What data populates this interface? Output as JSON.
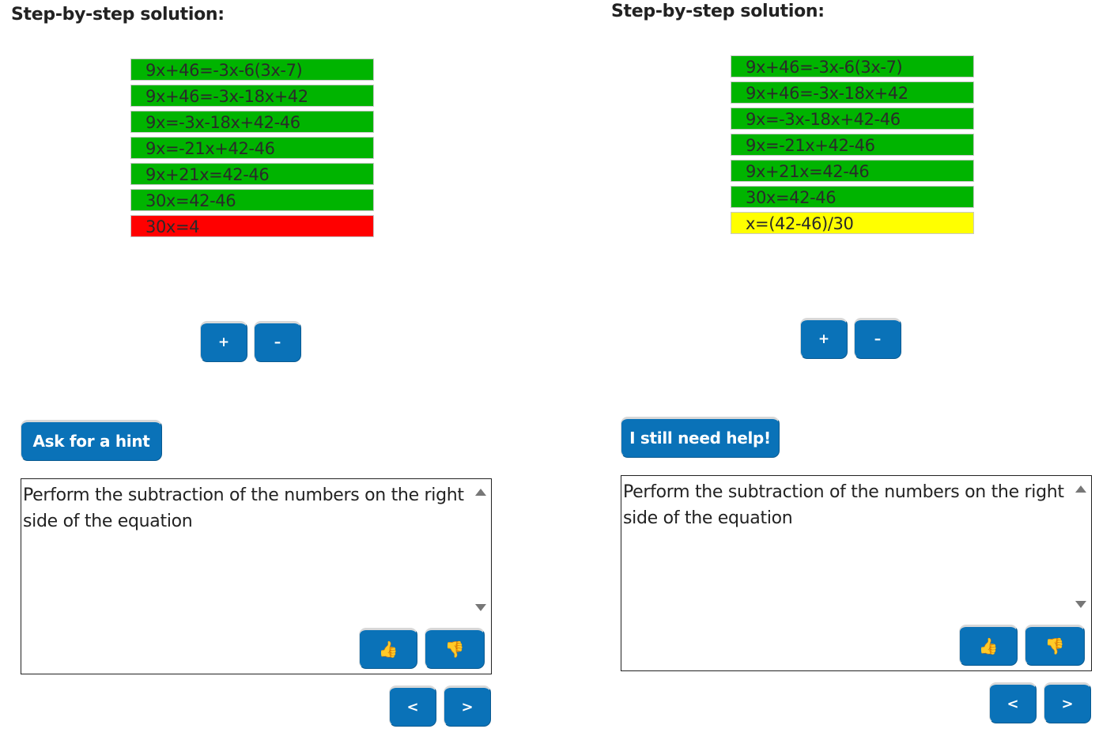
{
  "panels": [
    {
      "title": "Step-by-step solution:",
      "steps": [
        {
          "text": "9x+46=-3x-6(3x-7)",
          "status": "correct"
        },
        {
          "text": "9x+46=-3x-18x+42",
          "status": "correct"
        },
        {
          "text": "9x=-3x-18x+42-46",
          "status": "correct"
        },
        {
          "text": "9x=-21x+42-46",
          "status": "correct"
        },
        {
          "text": "9x+21x=42-46",
          "status": "correct"
        },
        {
          "text": "30x=42-46",
          "status": "correct"
        },
        {
          "text": "30x=4",
          "status": "error"
        }
      ],
      "add_step_label": "+",
      "remove_step_label": "–",
      "help_button_label": "Ask for a hint",
      "hint_text": "Perform the subtraction of the numbers on the right side of the equation",
      "thumbs_up_icon": "👍",
      "thumbs_down_icon": "👎",
      "prev_label": "<",
      "next_label": ">"
    },
    {
      "title": "Step-by-step solution:",
      "steps": [
        {
          "text": "9x+46=-3x-6(3x-7)",
          "status": "correct"
        },
        {
          "text": "9x+46=-3x-18x+42",
          "status": "correct"
        },
        {
          "text": "9x=-3x-18x+42-46",
          "status": "correct"
        },
        {
          "text": "9x=-21x+42-46",
          "status": "correct"
        },
        {
          "text": "9x+21x=42-46",
          "status": "correct"
        },
        {
          "text": "30x=42-46",
          "status": "correct"
        },
        {
          "text": "x=(42-46)/30",
          "status": "pending"
        }
      ],
      "add_step_label": "+",
      "remove_step_label": "–",
      "help_button_label": "I still need help!",
      "hint_text": "Perform the subtraction of the numbers on the right side of the equation",
      "thumbs_up_icon": "👍",
      "thumbs_down_icon": "👎",
      "prev_label": "<",
      "next_label": ">"
    }
  ],
  "colors": {
    "correct": "#00b400",
    "error": "#ff0000",
    "pending": "#ffff00",
    "button": "#0a72b8"
  }
}
